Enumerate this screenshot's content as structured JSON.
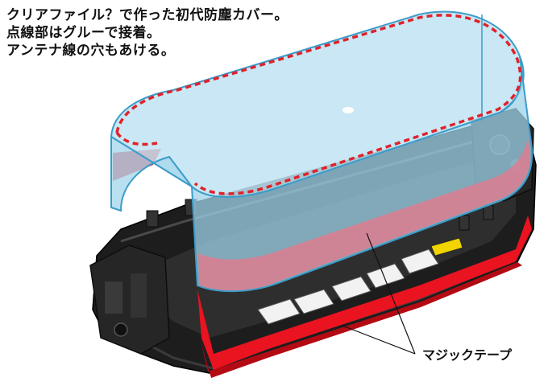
{
  "caption": {
    "line1": "クリアファイル？で作った初代防塵カバー。",
    "line2": "点線部はグルーで接着。",
    "line3": "アンテナ線の穴もあける。"
  },
  "callout": {
    "label": "マジックテープ"
  },
  "colors": {
    "chassis": "#1b1b1b",
    "cover": "#9fd3ea",
    "cover_edge": "#3b9cc9",
    "glue_line": "#e0222b",
    "velcro": "#e8121c"
  },
  "icons": [
    "chassis-illustration",
    "dust-cover-illustration",
    "velcro-tape-strip",
    "glue-dotted-line"
  ]
}
